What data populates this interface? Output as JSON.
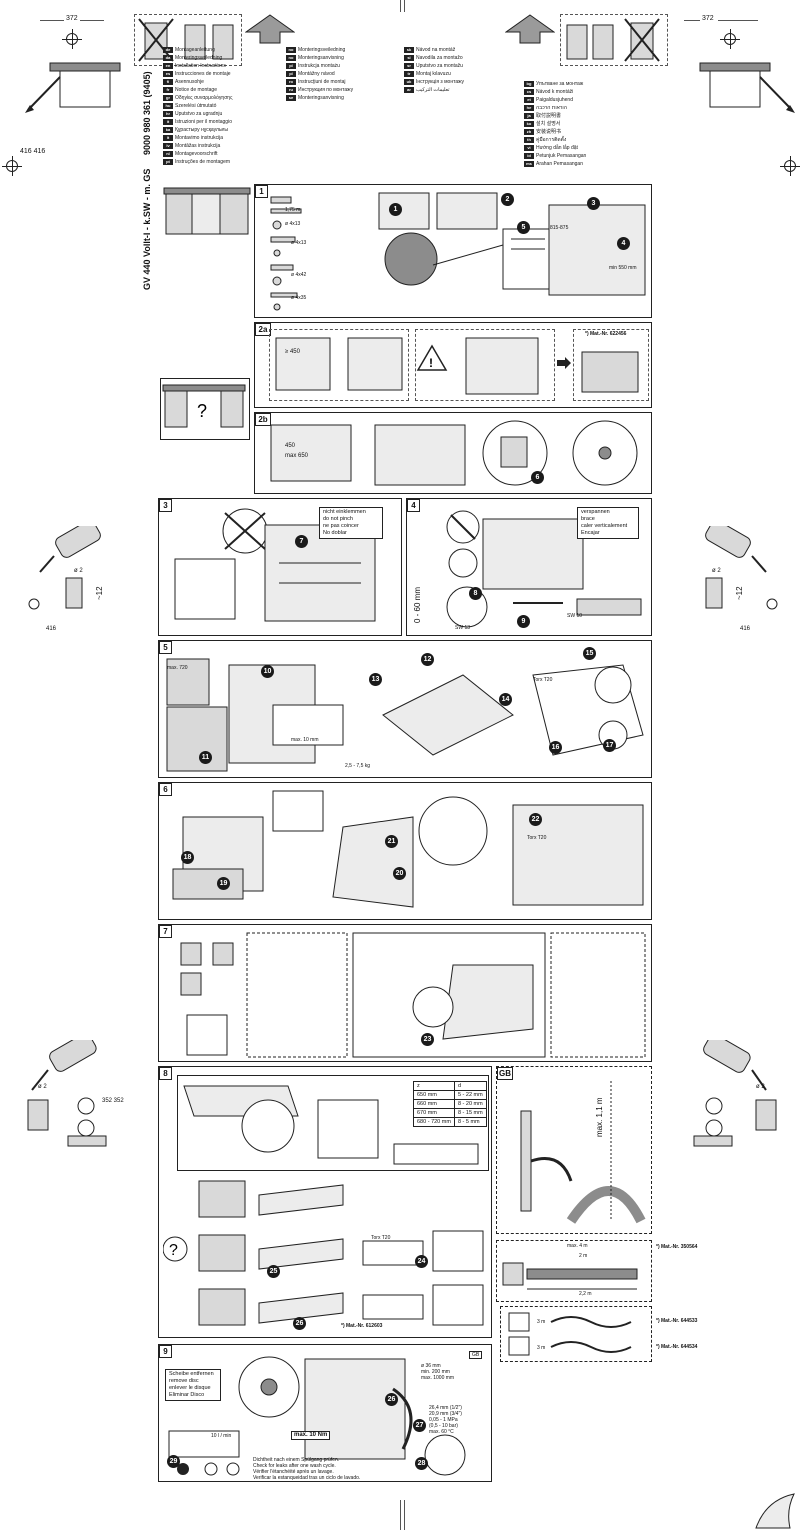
{
  "doc": {
    "model_line": "GV 440 Vollt-I - k.SW - m. GS",
    "part_number": "9000 980 361 (9405)",
    "top_left_measure": "372",
    "top_right_measure": "372",
    "left_measure_pair": "416 416",
    "mid_left_measure": "416",
    "mid_right_measure": "416",
    "lower_left_measure": "352 352"
  },
  "languages_left": [
    {
      "code": "de",
      "text": "Montageanleitung"
    },
    {
      "code": "da",
      "text": "Monteringsvejledning"
    },
    {
      "code": "en",
      "text": "Installation Instructions"
    },
    {
      "code": "es",
      "text": "Instrucciones de montaje"
    },
    {
      "code": "fi",
      "text": "Asennusohje"
    },
    {
      "code": "fr",
      "text": "Notice de montage"
    },
    {
      "code": "gr",
      "text": "Οδηγίες συναρμολόγησης"
    },
    {
      "code": "hu",
      "text": "Szerelési útmutató"
    },
    {
      "code": "hr",
      "text": "Uputstvo za ugradnju"
    },
    {
      "code": "it",
      "text": "Istruzioni per il montaggio"
    },
    {
      "code": "ka",
      "text": "Құрастыру нұсқаулығы"
    },
    {
      "code": "lt",
      "text": "Montavimo instrukcija"
    },
    {
      "code": "lv",
      "text": "Montāžas instrukcija"
    },
    {
      "code": "nl",
      "text": "Montagevoorschrift"
    },
    {
      "code": "pt",
      "text": "Instruções de montagem"
    }
  ],
  "languages_mid": [
    {
      "code": "no",
      "text": "Monteringsveiledning"
    },
    {
      "code": "no",
      "text": "Monteringsanvisning"
    },
    {
      "code": "pl",
      "text": "Instrukcja montażu"
    },
    {
      "code": "pl",
      "text": "Montážny návod"
    },
    {
      "code": "ro",
      "text": "Instrucţiuni de montaj"
    },
    {
      "code": "ru",
      "text": "Инструкция по монтажу"
    },
    {
      "code": "se",
      "text": "Monteringsanvisning"
    },
    {
      "code": "sk",
      "text": "Návod na montáž"
    },
    {
      "code": "sl",
      "text": "Navodila za montažo"
    },
    {
      "code": "sr",
      "text": "Uputstvo za montažu"
    },
    {
      "code": "tr",
      "text": "Montaj kılavuzu"
    },
    {
      "code": "uk",
      "text": "Інструкція з монтажу"
    },
    {
      "code": "ar",
      "text": "تعليمات التركيب"
    }
  ],
  "languages_right": [
    {
      "code": "bg",
      "text": "Упътване за монтаж"
    },
    {
      "code": "cs",
      "text": "Návod k montáži"
    },
    {
      "code": "et",
      "text": "Paigaldusjuhend"
    },
    {
      "code": "he",
      "text": "הוראות הרכבה"
    },
    {
      "code": "ja",
      "text": "取付説明書"
    },
    {
      "code": "ko",
      "text": "설치 설명서"
    },
    {
      "code": "zh",
      "text": "安装说明书"
    },
    {
      "code": "th",
      "text": "คู่มือการติดตั้ง"
    },
    {
      "code": "vi",
      "text": "Hướng dẫn lắp đặt"
    },
    {
      "code": "id",
      "text": "Petunjuk Pemasangan"
    },
    {
      "code": "ms",
      "text": "Arahan Pemasangan"
    }
  ],
  "panels": {
    "p1": "1",
    "p2a": "2a",
    "p2b": "2b",
    "p3": "3",
    "p4": "4",
    "p5": "5",
    "p6": "6",
    "p7": "7",
    "p8": "8",
    "p9": "9",
    "gb": "GB"
  },
  "panel1": {
    "parts": [
      "1,75 m",
      "ø 4x13",
      "ø 4x13",
      "ø 4x42",
      "ø 4x35"
    ],
    "mat_nr_dim": "815-875",
    "depth": "min 550 mm"
  },
  "panel2a": {
    "min_width": "≥ 450",
    "mat_nr": "*) Mat.-Nr. 622456"
  },
  "panel2b": {
    "height_label": "450",
    "max_label": "max 650"
  },
  "panel3": {
    "callout": [
      "nicht einklemmen",
      "do not pinch",
      "ne pas coincer",
      "No doblar"
    ]
  },
  "panel4": {
    "callout": [
      "verspannen",
      "brace",
      "caler verticalement",
      "Encajar"
    ],
    "sw13": "SW 13",
    "sw10": "SW 10",
    "range": "0 - 60 mm"
  },
  "panel5": {
    "max_label": "max. 720",
    "mm_label": "max. 10 mm",
    "weight": "2,5 - 7,5 kg",
    "torx": "Torx T20"
  },
  "panel6": {
    "torx": "Torx T20"
  },
  "panel8": {
    "table_header": [
      "z",
      "d"
    ],
    "table_rows": [
      [
        "650 mm",
        "5 - 22 mm"
      ],
      [
        "660 mm",
        "8 - 20 mm"
      ],
      [
        "670 mm",
        "8 - 15 mm"
      ],
      [
        "680 - 720 mm",
        "8 - 5 mm"
      ]
    ],
    "torx": "Torx T20",
    "mat_nr": "*) Mat.-Nr. 612603"
  },
  "gb_panel": {
    "max_label": "max. 1,1 m",
    "max_label2": "max. 4 m",
    "len1": "2 m",
    "len2": "2,2 m",
    "mat1": "*) Mat.-Nr. 350564",
    "mat2": "*) Mat.-Nr. 644533",
    "mat3": "*) Mat.-Nr. 644534",
    "m1": "3 m",
    "m2": "3 m"
  },
  "panel9": {
    "callout": [
      "Scheibe entfernen",
      "remove disc",
      "enlever le disque",
      "Eliminar Disco"
    ],
    "torque": "max. 10 Nm",
    "gb_tag": "GB",
    "dims": [
      "ø 36 mm",
      "min. 200 mm",
      "max. 1000 mm",
      "26,4 mm (1/2\")",
      "20,9 mm (3/4\")",
      "0,05 - 1 MPa",
      "(0,5 - 10 bar)",
      "max. 60 °C"
    ],
    "check": [
      "Dichtheit nach einem Spülgang prüfen.",
      "Check for leaks after one wash cycle.",
      "Vérifier l'étanchéité après un lavage.",
      "Verificar la estanqueidad tras un ciclo de lavado."
    ],
    "rate": "10 l / min"
  },
  "steps": [
    "1",
    "2",
    "3",
    "4",
    "5",
    "6",
    "7",
    "8",
    "9",
    "10",
    "11",
    "12",
    "13",
    "14",
    "15",
    "16",
    "17",
    "18",
    "19",
    "20",
    "21",
    "22",
    "23",
    "24",
    "25",
    "26",
    "27",
    "28",
    "29"
  ],
  "drill": {
    "dia": "ø 2",
    "depth": "~12"
  },
  "colors": {
    "line": "#222222",
    "fill": "#d9d9d9",
    "dark": "#1a1a1a"
  }
}
